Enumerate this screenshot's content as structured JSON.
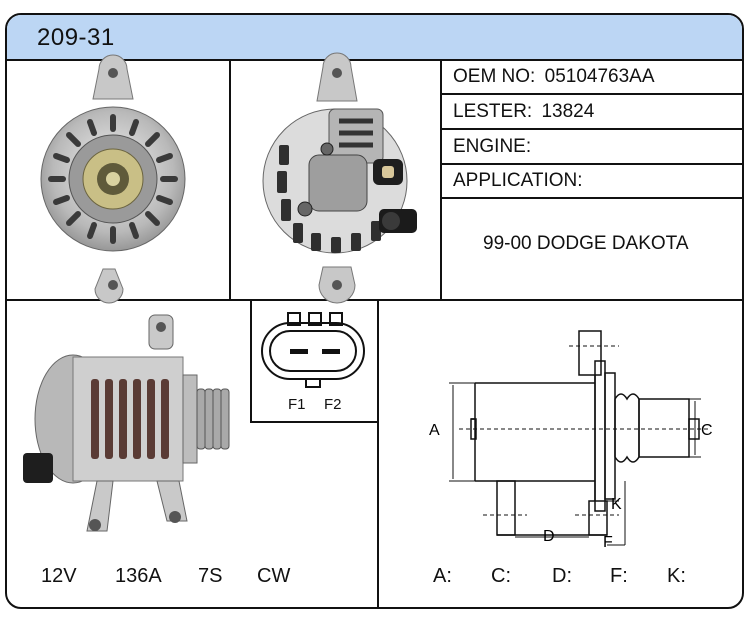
{
  "header": {
    "part_number": "209-31"
  },
  "info": {
    "oem_label": "OEM NO:",
    "oem_value": "05104763AA",
    "lester_label": "LESTER:",
    "lester_value": "13824",
    "engine_label": "ENGINE:",
    "engine_value": "",
    "application_label": "APPLICATION:",
    "application_value": "",
    "vehicle": "99-00 DODGE DAKOTA"
  },
  "connector": {
    "pin1": "F1",
    "pin2": "F2"
  },
  "specs": {
    "voltage": "12V",
    "amperage": "136A",
    "pulley": "7S",
    "rotation": "CW"
  },
  "drawing": {
    "label_a": "A",
    "label_c": "C",
    "label_d": "D",
    "label_f": "F",
    "label_k": "K"
  },
  "dimensions": {
    "a": "A:",
    "c": "C:",
    "d": "D:",
    "f": "F:",
    "k": "K:"
  },
  "colors": {
    "header_bg": "#bcd6f4",
    "border": "#111111"
  }
}
